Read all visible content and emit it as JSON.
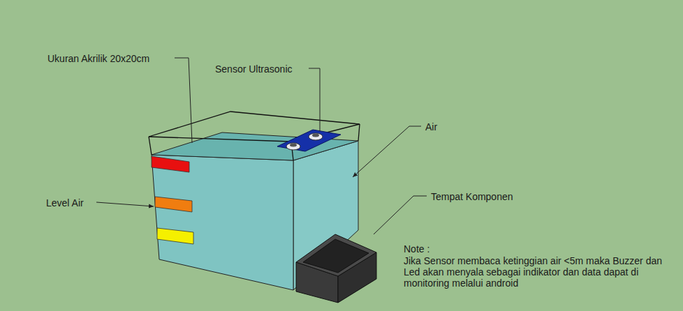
{
  "diagram": {
    "labels": [
      "Ukuran Akrilik 20x20cm",
      "Sensor Ultrasonic",
      "Air",
      "Level Air",
      "Tempat Komponen",
      "Note :",
      "Jika Sensor membaca ketinggian air <5m maka Buzzer dan Led akan menyala sebagai indikator dan data dapat di monitoring melalui android"
    ]
  }
}
